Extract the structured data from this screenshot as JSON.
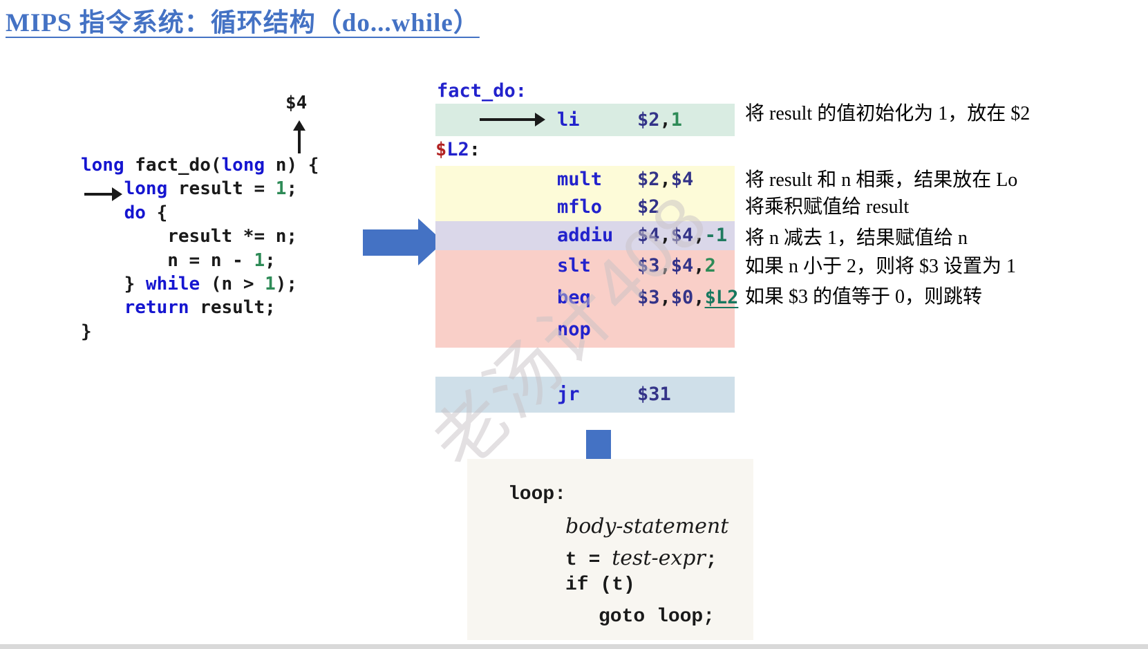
{
  "title": "MIPS 指令系统：循环结构（do...while）",
  "watermark": "老汤计408",
  "colors": {
    "accent_blue": "#4472c4",
    "keyword_blue": "#1515d0",
    "number_green": "#2e8b57",
    "mnemonic_blue": "#2222cc",
    "register_navy": "#333388",
    "label_red": "#b22222",
    "branch_target_teal": "#17785f",
    "row_green": "#d9ece2",
    "row_yellow": "#fdfbd8",
    "row_lavender": "#dad7e9",
    "row_pink": "#f9cfc8",
    "row_blue": "#cfdfe9"
  },
  "c_code": {
    "register_label": "$4",
    "lines": [
      [
        "long",
        " fact_do(",
        "long",
        " n) {"
      ],
      [
        "    ",
        "long",
        " result = ",
        "1",
        ";"
      ],
      [
        "    ",
        "do",
        " {"
      ],
      [
        "        result *= n;"
      ],
      [
        "        n = n - ",
        "1",
        ";"
      ],
      [
        "    } ",
        "while",
        " (n > ",
        "1",
        ");"
      ],
      [
        "    ",
        "return",
        " result;"
      ],
      [
        "}"
      ]
    ]
  },
  "assembly": {
    "func_label": "fact_do:",
    "loop_label": {
      "dollar": "$",
      "name": "L2",
      "colon": ":"
    },
    "rows": {
      "li": {
        "mn": "li",
        "o1": "$2",
        "c1": ",",
        "o2": "1"
      },
      "mult": {
        "mn": "mult",
        "o1": "$2",
        "c1": ",",
        "o2": "$4"
      },
      "mflo": {
        "mn": "mflo",
        "o1": "$2"
      },
      "addiu": {
        "mn": "addiu",
        "o1": "$4",
        "c1": ",",
        "o2": "$4",
        "c2": ",",
        "o3": "-1"
      },
      "slt": {
        "mn": "slt",
        "o1": "$3",
        "c1": ",",
        "o2": "$4",
        "c2": ",",
        "o3": "2"
      },
      "beq": {
        "mn": "beq",
        "o1": "$3",
        "c1": ",",
        "o2": "$0",
        "c2": ",",
        "o3": "$L2"
      },
      "nop": {
        "mn": "nop"
      },
      "jr": {
        "mn": "jr",
        "o1": "$31"
      }
    }
  },
  "annotations": [
    "将 result 的值初始化为 1，放在 $2",
    "将 result 和 n 相乘，结果放在 Lo",
    "将乘积赋值给 result",
    "将 n 减去 1，结果赋值给 n",
    "如果 n 小于 2，则将 $3 设置为 1",
    "如果 $3 的值等于 0，则跳转"
  ],
  "pseudocode": {
    "label": "loop:",
    "body": "body-statement",
    "assign_pre": "t = ",
    "assign_expr": "test-expr",
    "assign_post": ";",
    "cond": "if (t)",
    "goto": "goto loop;"
  }
}
